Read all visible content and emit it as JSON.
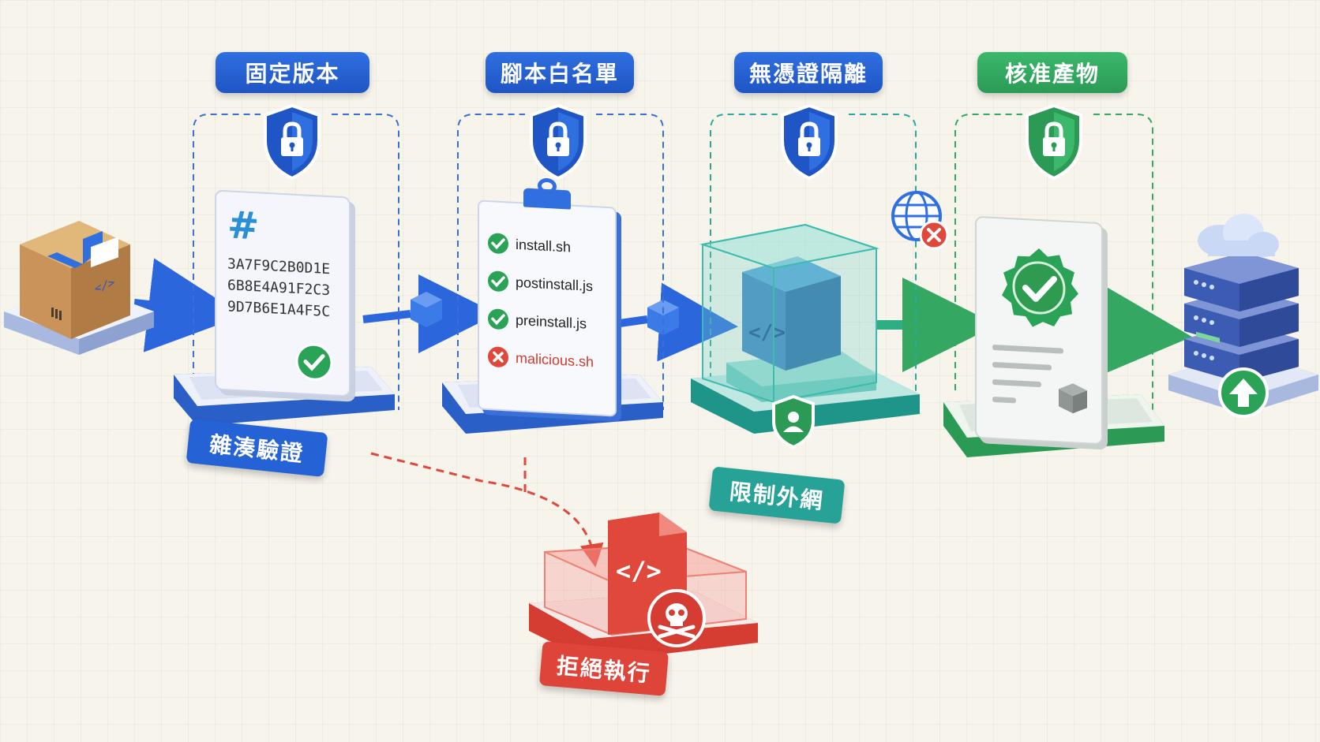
{
  "stages": [
    {
      "label": "固定版本",
      "color": "#2462d6"
    },
    {
      "label": "腳本白名單",
      "color": "#2462d6"
    },
    {
      "label": "無憑證隔離",
      "color": "#2462d6"
    },
    {
      "label": "核准產物",
      "color": "#34a862"
    }
  ],
  "tags": {
    "hash_verify": "雜湊驗證",
    "restrict_network": "限制外網",
    "reject_execution": "拒絕執行"
  },
  "hash_card": {
    "symbol": "#",
    "lines": [
      "3A7F9C2B0D1E",
      "6B8E4A91F2C3",
      "9D7B6E1A4F5C"
    ]
  },
  "whitelist": {
    "items": [
      {
        "name": "install.sh",
        "status": "allowed"
      },
      {
        "name": "postinstall.js",
        "status": "allowed"
      },
      {
        "name": "preinstall.js",
        "status": "allowed"
      },
      {
        "name": "malicious.sh",
        "status": "blocked"
      }
    ]
  },
  "code_symbol": "</>",
  "icons": [
    "package-box-icon",
    "shield-lock-icon",
    "clipboard-icon",
    "globe-blocked-icon",
    "sandbox-cube-icon",
    "approved-badge-icon",
    "server-stack-icon",
    "cloud-icon",
    "upload-arrow-icon",
    "skull-icon",
    "code-file-icon"
  ],
  "colors": {
    "blue": "#2462d6",
    "teal": "#2aa89b",
    "green": "#34a862",
    "red": "#e0483c"
  }
}
